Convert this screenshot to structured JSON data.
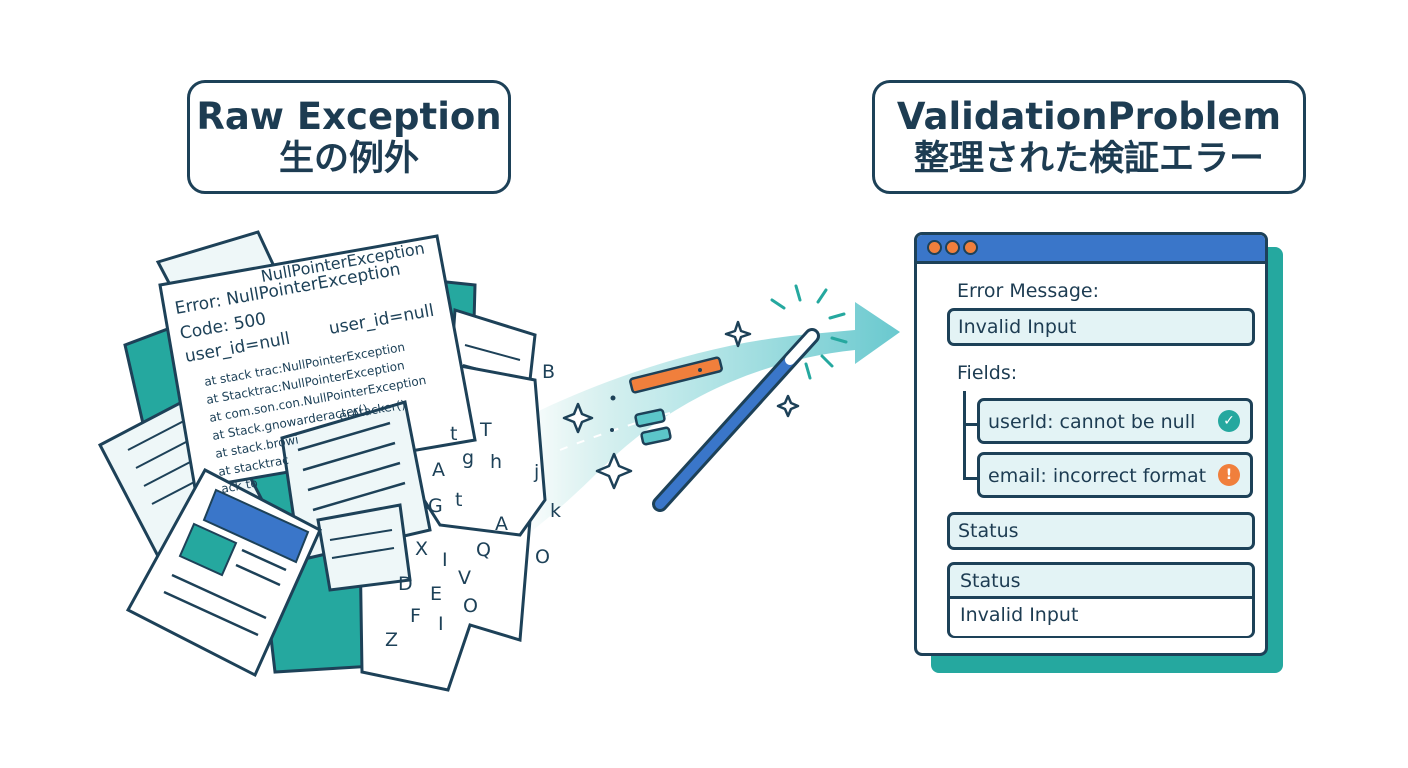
{
  "left_label": {
    "title": "Raw Exception",
    "subtitle": "生の例外"
  },
  "right_label": {
    "title": "ValidationProblem",
    "subtitle": "整理された検証エラー"
  },
  "raw_document": {
    "lines": [
      "NullPointerException",
      "Error: NullPointerException",
      "Code: 500",
      "user_id=null",
      "user_id=null",
      "at stack trac:NullPointerException",
      "at Stacktrac:NullPointerException",
      "at com.son.con.NullPointerException",
      "at Stack.gnowarderacter()",
      "at stack.browi",
      "erAtacker()",
      "at stacktrac",
      "ack to"
    ]
  },
  "scattered_letters": [
    "B",
    "t",
    "T",
    "g",
    "h",
    "A",
    "j",
    "t",
    "G",
    "k",
    "A",
    "O",
    "X",
    "Q",
    "I",
    "D",
    "V",
    "E",
    "O",
    "F",
    "I",
    "Z"
  ],
  "problem_window": {
    "error_message_label": "Error Message:",
    "error_message_value": "Invalid Input",
    "fields_label": "Fields:",
    "fields": [
      {
        "text": "userId: cannot be null",
        "status": "ok"
      },
      {
        "text": "email: incorrect format",
        "status": "warning"
      }
    ],
    "status_label_1": "Status",
    "status_label_2": "Status",
    "status_value": "Invalid Input"
  },
  "colors": {
    "navy": "#1d4158",
    "teal": "#25a89f",
    "light_teal": "#dff2f4",
    "blue": "#3a76c9",
    "orange": "#f07f3c"
  },
  "icons": {
    "field_ok": "check-circle-icon",
    "field_warning": "exclamation-circle-icon"
  }
}
